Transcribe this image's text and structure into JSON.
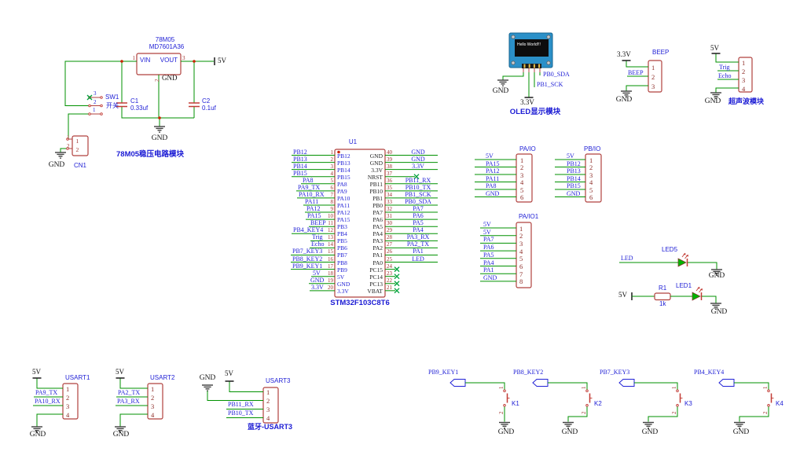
{
  "power": {
    "gnd": "GND",
    "v5": "5V",
    "v33": "3.3V"
  },
  "regulator": {
    "part": "78M05",
    "part_number": "MD7601A36",
    "pin_vin": "VIN",
    "pin_vout": "VOUT",
    "pin_gnd": "GND",
    "pin1": "1",
    "pin2": "2",
    "pin3": "3",
    "sw": {
      "ref": "SW1",
      "value": "开关",
      "p1": "1",
      "p2": "2",
      "p3": "3"
    },
    "c1": {
      "ref": "C1",
      "value": "0.33uf"
    },
    "c2": {
      "ref": "C2",
      "value": "0.1uf"
    },
    "cn": {
      "ref": "CN1",
      "p1": "1",
      "p2": "2"
    },
    "caption": "78M05稳压电路模块"
  },
  "oled": {
    "screen_text": "Hello World!!!",
    "sda_net": "PB0_SDA",
    "sck_net": "PB1_SCK",
    "caption": "OLED显示模块"
  },
  "beep": {
    "title": "BEEP",
    "net": "BEEP",
    "pins": [
      "1",
      "2",
      "3"
    ]
  },
  "ultrasonic": {
    "trig_net": "Trig",
    "echo_net": "Echo",
    "pins": [
      "1",
      "2",
      "3",
      "4"
    ],
    "caption": "超声波模块"
  },
  "mcu": {
    "ref": "U1",
    "part": "STM32F103C8T6",
    "left_pins": [
      {
        "num": "1",
        "name": "PB12",
        "net": "PB12"
      },
      {
        "num": "2",
        "name": "PB13",
        "net": "PB13"
      },
      {
        "num": "3",
        "name": "PB14",
        "net": "PB14"
      },
      {
        "num": "4",
        "name": "PB15",
        "net": "PB15"
      },
      {
        "num": "5",
        "name": "PA8",
        "net": "PA8"
      },
      {
        "num": "6",
        "name": "PA9",
        "net": "PA9_TX"
      },
      {
        "num": "7",
        "name": "PA10",
        "net": "PA10_RX"
      },
      {
        "num": "8",
        "name": "PA11",
        "net": "PA11"
      },
      {
        "num": "9",
        "name": "PA12",
        "net": "PA12"
      },
      {
        "num": "10",
        "name": "PA15",
        "net": "PA15"
      },
      {
        "num": "11",
        "name": "PB3",
        "net": "BEEP"
      },
      {
        "num": "12",
        "name": "PB4",
        "net": "PB4_KEY4"
      },
      {
        "num": "13",
        "name": "PB5",
        "net": "Trig"
      },
      {
        "num": "14",
        "name": "PB6",
        "net": "Echo"
      },
      {
        "num": "15",
        "name": "PB7",
        "net": "PB7_KEY3"
      },
      {
        "num": "16",
        "name": "PB8",
        "net": "PB8_KEY2"
      },
      {
        "num": "17",
        "name": "PB9",
        "net": "PB9_KEY1"
      },
      {
        "num": "18",
        "name": "5V",
        "net": "5V"
      },
      {
        "num": "19",
        "name": "GND",
        "net": "GND"
      },
      {
        "num": "20",
        "name": "3.3V",
        "net": "3.3V"
      }
    ],
    "right_pins": [
      {
        "num": "40",
        "name": "GND",
        "net": "GND"
      },
      {
        "num": "39",
        "name": "GND",
        "net": "GND"
      },
      {
        "num": "38",
        "name": "3.3V",
        "net": "3.3V"
      },
      {
        "num": "37",
        "name": "NRST",
        "net": "",
        "nc": true
      },
      {
        "num": "36",
        "name": "PB11",
        "net": "PB11_RX"
      },
      {
        "num": "35",
        "name": "PB10",
        "net": "PB10_TX"
      },
      {
        "num": "34",
        "name": "PB1",
        "net": "PB1_SCK"
      },
      {
        "num": "33",
        "name": "PB0",
        "net": "PB0_SDA"
      },
      {
        "num": "32",
        "name": "PA7",
        "net": "PA7"
      },
      {
        "num": "31",
        "name": "PA6",
        "net": "PA6"
      },
      {
        "num": "30",
        "name": "PA5",
        "net": "PA5"
      },
      {
        "num": "29",
        "name": "PA4",
        "net": "PA4"
      },
      {
        "num": "28",
        "name": "PA3",
        "net": "PA3_RX"
      },
      {
        "num": "27",
        "name": "PA2",
        "net": "PA2_TX"
      },
      {
        "num": "26",
        "name": "PA1",
        "net": "PA1"
      },
      {
        "num": "25",
        "name": "PA0",
        "net": "LED"
      },
      {
        "num": "24",
        "name": "PC15",
        "net": "",
        "nc": true
      },
      {
        "num": "23",
        "name": "PC14",
        "net": "",
        "nc": true
      },
      {
        "num": "22",
        "name": "PC13",
        "net": "",
        "nc": true
      },
      {
        "num": "21",
        "name": "VBAT",
        "net": "",
        "nc": true
      }
    ]
  },
  "headers": [
    {
      "title": "PA/IO",
      "nums": [
        "1",
        "2",
        "3",
        "4",
        "5",
        "6"
      ],
      "nets": [
        "5V",
        "PA15",
        "PA12",
        "PA11",
        "PA8",
        "GND"
      ]
    },
    {
      "title": "PB/IO",
      "nums": [
        "1",
        "2",
        "3",
        "4",
        "5",
        "6"
      ],
      "nets": [
        "5V",
        "PB12",
        "PB13",
        "PB14",
        "PB15",
        "GND"
      ]
    },
    {
      "title": "PA/IO1",
      "nums": [
        "1",
        "2",
        "3",
        "4",
        "5",
        "6",
        "7",
        "8"
      ],
      "nets": [
        "5V",
        "5V",
        "PA7",
        "PA6",
        "PA5",
        "PA4",
        "PA1",
        "GND"
      ]
    }
  ],
  "leds": [
    {
      "ref": "LED5",
      "in_net": "LED"
    },
    {
      "ref": "LED1",
      "in_net": "5V",
      "res_ref": "R1",
      "res_val": "1k"
    }
  ],
  "usarts": [
    {
      "title": "USART1",
      "nums": [
        "1",
        "2",
        "3",
        "4"
      ],
      "net_tx": "PA9_TX",
      "net_rx": "PA10_RX"
    },
    {
      "title": "USART2",
      "nums": [
        "1",
        "2",
        "3",
        "4"
      ],
      "net_tx": "PA2_TX",
      "net_rx": "PA3_RX"
    },
    {
      "title": "USART3",
      "nums": [
        "1",
        "2",
        "3",
        "4"
      ],
      "net_rx": "PB11_RX",
      "net_tx": "PB10_TX",
      "caption": "蓝牙-USART3"
    }
  ],
  "keys": [
    {
      "net": "PB9_KEY1",
      "ref": "K1",
      "p1": "1",
      "p2": "2"
    },
    {
      "net": "PB8_KEY2",
      "ref": "K2",
      "p1": "1",
      "p2": "2"
    },
    {
      "net": "PB7_KEY3",
      "ref": "K3",
      "p1": "1",
      "p2": "2"
    },
    {
      "net": "PB4_KEY4",
      "ref": "K4",
      "p1": "1",
      "p2": "2"
    }
  ]
}
